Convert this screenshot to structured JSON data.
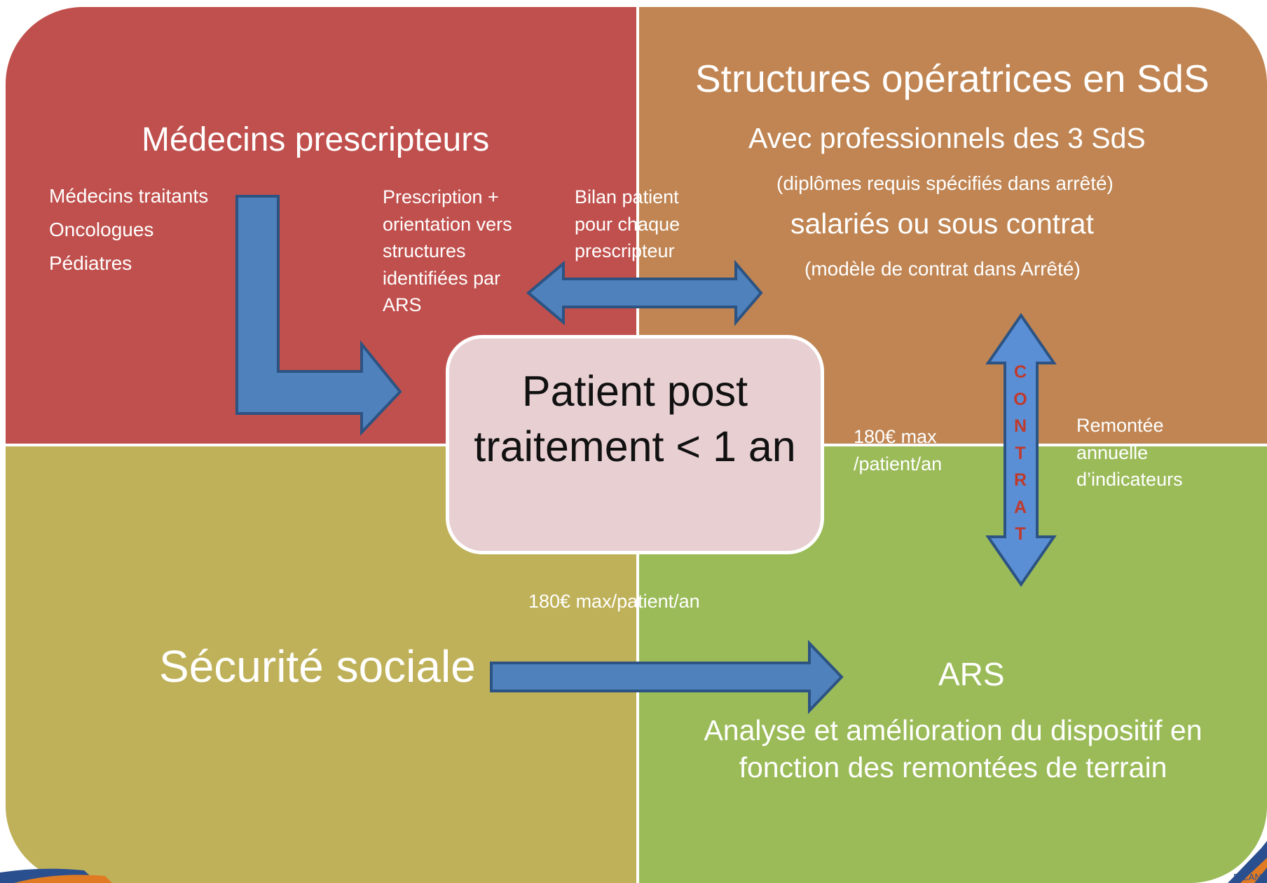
{
  "colors": {
    "top_left": "#c0504d",
    "top_right": "#c08553",
    "bottom_left": "#bfb159",
    "bottom_right": "#9bbb59",
    "arrow_fill": "#4f81bd",
    "arrow_stroke": "#2c5382",
    "center_box": "#e8cfd2",
    "contrat_text": "#c0392b"
  },
  "medecins": {
    "title": "Médecins prescripteurs",
    "items": [
      "Médecins traitants",
      "Oncologues",
      "Pédiatres"
    ],
    "prescription": "Prescription + orientation vers structures identifiées par ARS"
  },
  "bilan": "Bilan patient pour chaque prescripteur",
  "structures": {
    "title": "Structures opératrices en SdS",
    "subtitle": "Avec professionnels des 3 SdS",
    "diplomes": "(diplômes requis spécifiés dans arrêté)",
    "salaries": "salariés ou sous contrat",
    "modele": "(modèle de contrat dans Arrêté)"
  },
  "center": {
    "text": "Patient post traitement < 1 an"
  },
  "contrat": [
    "C",
    "O",
    "N",
    "T",
    "R",
    "A",
    "T"
  ],
  "amount_right": "180€ max /patient/an",
  "remontee": "Remontée annuelle d’indicateurs",
  "amount_bottom": "180€ max/patient/an",
  "securite": {
    "title": "Sécurité sociale"
  },
  "ars": {
    "title": "ARS",
    "description": "Analyse et amélioration du dispositif en fonction des remontées de terrain"
  },
  "corner_logo_text": "E CANC"
}
